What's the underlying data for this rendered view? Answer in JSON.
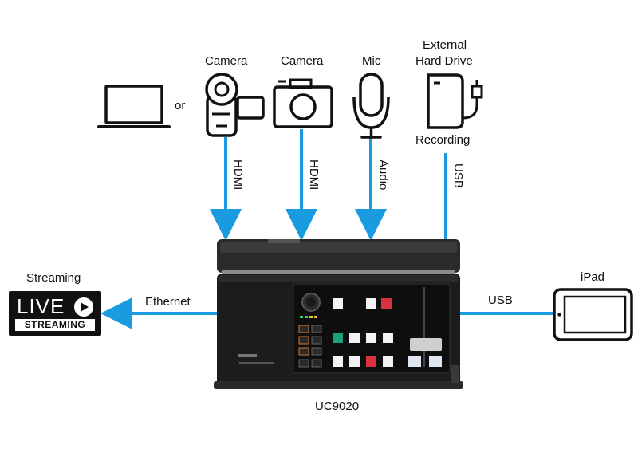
{
  "labels": {
    "or": "or",
    "camera_left": "Camera",
    "camera_right": "Camera",
    "mic": "Mic",
    "external_line1": "External",
    "external_line2": "Hard Drive",
    "recording": "Recording",
    "hdmi_left": "HDMI",
    "hdmi_right": "HDMI",
    "audio": "Audio",
    "usb_top": "USB",
    "streaming": "Streaming",
    "live": "LIVE",
    "streaming_band": "STREAMING",
    "ethernet": "Ethernet",
    "usb_right": "USB",
    "ipad": "iPad",
    "device": "UC9020"
  },
  "colors": {
    "arrow": "#1a9be0",
    "icon_stroke": "#111111",
    "device_body": "#1c1c1c",
    "panel": "#0e0e0e",
    "button_green": "#1aa37a",
    "button_red": "#d9323c",
    "button_white": "#f2f2f2"
  },
  "icons": [
    "laptop-icon",
    "camcorder-icon",
    "camera-icon",
    "microphone-icon",
    "hard-drive-icon",
    "tablet-icon",
    "live-streaming-icon"
  ]
}
